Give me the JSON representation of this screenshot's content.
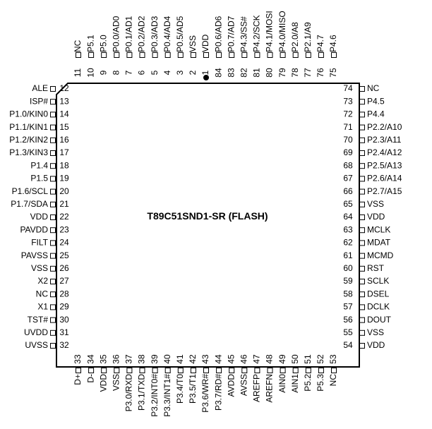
{
  "chip": {
    "title": "T89C51SND1-SR (FLASH)"
  },
  "pins": {
    "top": [
      {
        "num": "11",
        "name": "NC"
      },
      {
        "num": "10",
        "name": "P5.1"
      },
      {
        "num": "9",
        "name": "P5.0"
      },
      {
        "num": "8",
        "name": "P0.0/AD0"
      },
      {
        "num": "7",
        "name": "P0.1/AD1"
      },
      {
        "num": "6",
        "name": "P0.2/AD2"
      },
      {
        "num": "5",
        "name": "P0.3/AD3"
      },
      {
        "num": "4",
        "name": "P0.4/AD4"
      },
      {
        "num": "3",
        "name": "P0.5/AD5"
      },
      {
        "num": "2",
        "name": "VSS"
      },
      {
        "num": "1",
        "name": "VDD"
      },
      {
        "num": "84",
        "name": "P0.6/AD6"
      },
      {
        "num": "83",
        "name": "P0.7/AD7"
      },
      {
        "num": "82",
        "name": "P4.3/SS#"
      },
      {
        "num": "81",
        "name": "P4.2/SCK"
      },
      {
        "num": "80",
        "name": "P4.1/MOSI"
      },
      {
        "num": "79",
        "name": "P4.0/MISO"
      },
      {
        "num": "78",
        "name": "P2.0/A8"
      },
      {
        "num": "77",
        "name": "P2.1/A9"
      },
      {
        "num": "76",
        "name": "P4.7"
      },
      {
        "num": "75",
        "name": "P4.6"
      }
    ],
    "left": [
      {
        "num": "12",
        "name": "ALE"
      },
      {
        "num": "13",
        "name": "ISP#"
      },
      {
        "num": "14",
        "name": "P1.0/KIN0"
      },
      {
        "num": "15",
        "name": "P1.1/KIN1"
      },
      {
        "num": "16",
        "name": "P1.2/KIN2"
      },
      {
        "num": "17",
        "name": "P1.3/KIN3"
      },
      {
        "num": "18",
        "name": "P1.4"
      },
      {
        "num": "19",
        "name": "P1.5"
      },
      {
        "num": "20",
        "name": "P1.6/SCL"
      },
      {
        "num": "21",
        "name": "P1.7/SDA"
      },
      {
        "num": "22",
        "name": "VDD"
      },
      {
        "num": "23",
        "name": "PAVDD"
      },
      {
        "num": "24",
        "name": "FILT"
      },
      {
        "num": "25",
        "name": "PAVSS"
      },
      {
        "num": "26",
        "name": "VSS"
      },
      {
        "num": "27",
        "name": "X2"
      },
      {
        "num": "28",
        "name": "NC"
      },
      {
        "num": "29",
        "name": "X1"
      },
      {
        "num": "30",
        "name": "TST#"
      },
      {
        "num": "31",
        "name": "UVDD"
      },
      {
        "num": "32",
        "name": "UVSS"
      }
    ],
    "right": [
      {
        "num": "74",
        "name": "NC"
      },
      {
        "num": "73",
        "name": "P4.5"
      },
      {
        "num": "72",
        "name": "P4.4"
      },
      {
        "num": "71",
        "name": "P2.2/A10"
      },
      {
        "num": "70",
        "name": "P2.3/A11"
      },
      {
        "num": "69",
        "name": "P2.4/A12"
      },
      {
        "num": "68",
        "name": "P2.5/A13"
      },
      {
        "num": "67",
        "name": "P2.6/A14"
      },
      {
        "num": "66",
        "name": "P2.7/A15"
      },
      {
        "num": "65",
        "name": "VSS"
      },
      {
        "num": "64",
        "name": "VDD"
      },
      {
        "num": "63",
        "name": "MCLK"
      },
      {
        "num": "62",
        "name": "MDAT"
      },
      {
        "num": "61",
        "name": "MCMD"
      },
      {
        "num": "60",
        "name": "RST"
      },
      {
        "num": "59",
        "name": "SCLK"
      },
      {
        "num": "58",
        "name": "DSEL"
      },
      {
        "num": "57",
        "name": "DCLK"
      },
      {
        "num": "56",
        "name": "DOUT"
      },
      {
        "num": "55",
        "name": "VSS"
      },
      {
        "num": "54",
        "name": "VDD"
      }
    ],
    "bottom": [
      {
        "num": "33",
        "name": "D+"
      },
      {
        "num": "34",
        "name": "D-"
      },
      {
        "num": "35",
        "name": "VDD"
      },
      {
        "num": "36",
        "name": "VSS"
      },
      {
        "num": "37",
        "name": "P3.0/RXD"
      },
      {
        "num": "38",
        "name": "P3.1/TXD"
      },
      {
        "num": "39",
        "name": "P3.2/INT0#"
      },
      {
        "num": "40",
        "name": "P3.3/INT1#"
      },
      {
        "num": "41",
        "name": "P3.4/T0"
      },
      {
        "num": "42",
        "name": "P3.5/T1"
      },
      {
        "num": "43",
        "name": "P3.6/WR#"
      },
      {
        "num": "44",
        "name": "P3.7/RD#"
      },
      {
        "num": "45",
        "name": "AVDD"
      },
      {
        "num": "46",
        "name": "AVSS"
      },
      {
        "num": "47",
        "name": "AREFP"
      },
      {
        "num": "48",
        "name": "AREFN"
      },
      {
        "num": "49",
        "name": "AIN0"
      },
      {
        "num": "50",
        "name": "AIN1"
      },
      {
        "num": "51",
        "name": "P5.2"
      },
      {
        "num": "52",
        "name": "P5.3"
      },
      {
        "num": "53",
        "name": "NC"
      }
    ]
  }
}
